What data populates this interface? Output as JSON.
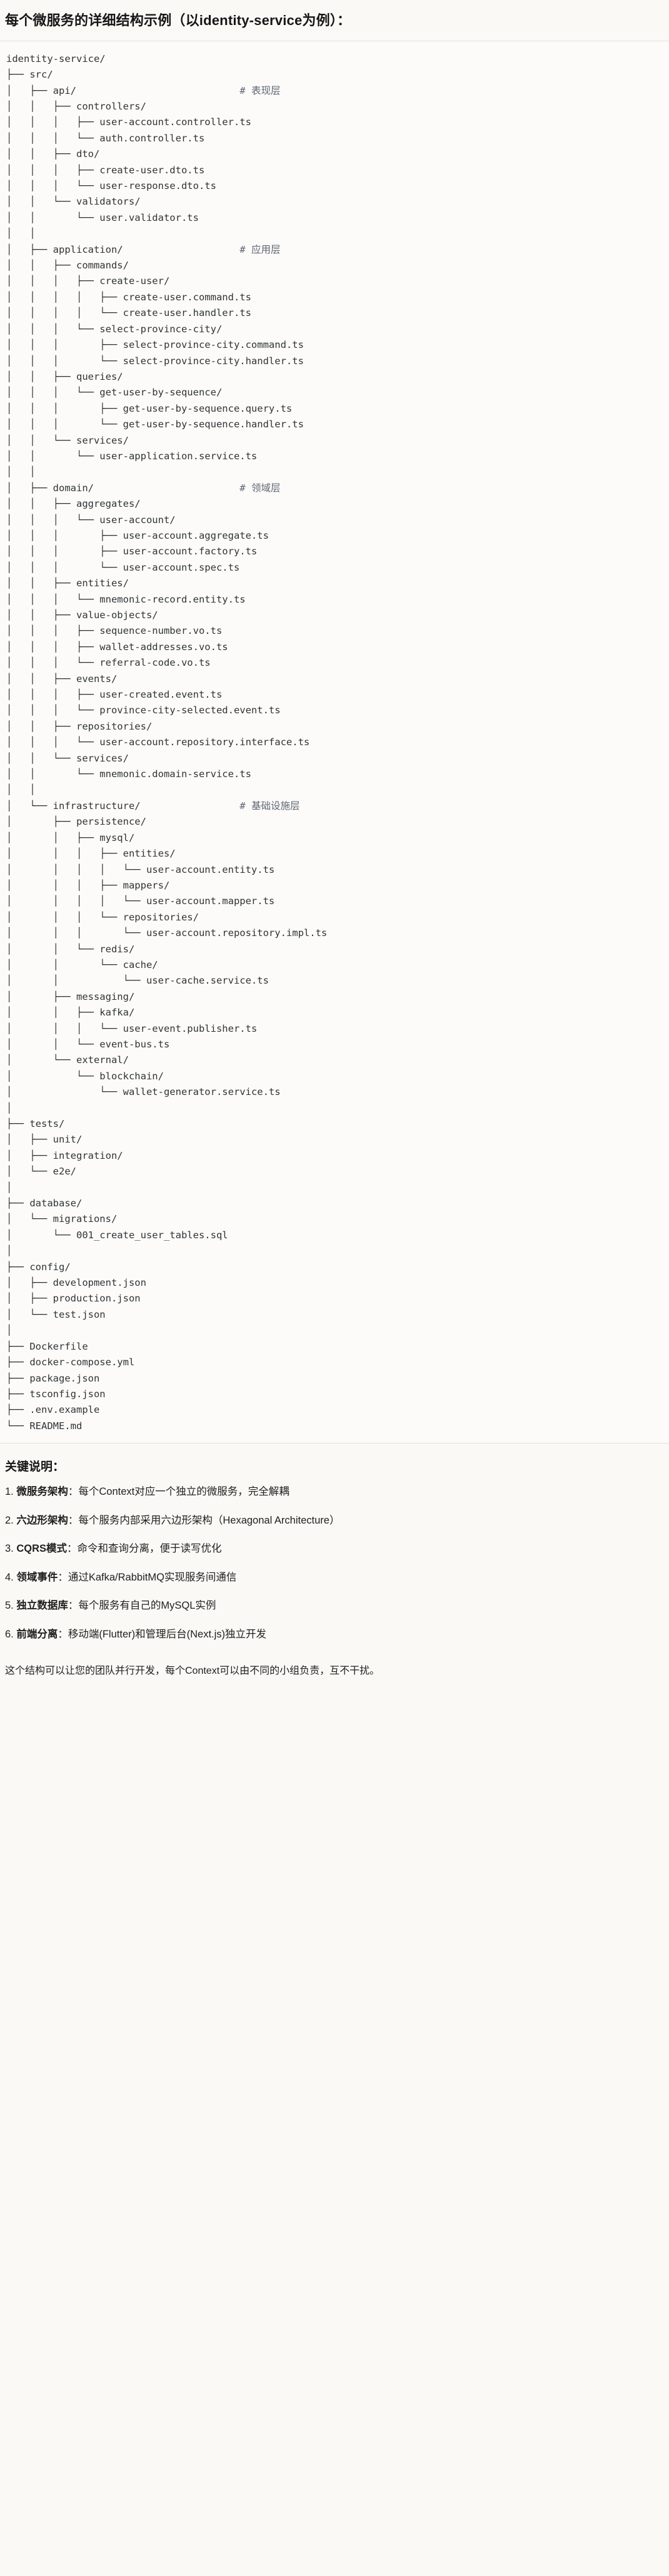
{
  "header": {
    "title": "每个微服务的详细结构示例（以identity-service为例）："
  },
  "tree": {
    "root": "identity-service/",
    "lines": [
      {
        "prefix": "identity-service/",
        "comment": ""
      },
      {
        "prefix": "├── src/",
        "comment": ""
      },
      {
        "prefix": "│   ├── api/",
        "comment": "# 表现层"
      },
      {
        "prefix": "│   │   ├── controllers/",
        "comment": ""
      },
      {
        "prefix": "│   │   │   ├── user-account.controller.ts",
        "comment": ""
      },
      {
        "prefix": "│   │   │   └── auth.controller.ts",
        "comment": ""
      },
      {
        "prefix": "│   │   ├── dto/",
        "comment": ""
      },
      {
        "prefix": "│   │   │   ├── create-user.dto.ts",
        "comment": ""
      },
      {
        "prefix": "│   │   │   └── user-response.dto.ts",
        "comment": ""
      },
      {
        "prefix": "│   │   └── validators/",
        "comment": ""
      },
      {
        "prefix": "│   │       └── user.validator.ts",
        "comment": ""
      },
      {
        "prefix": "│   │",
        "comment": ""
      },
      {
        "prefix": "│   ├── application/",
        "comment": "# 应用层"
      },
      {
        "prefix": "│   │   ├── commands/",
        "comment": ""
      },
      {
        "prefix": "│   │   │   ├── create-user/",
        "comment": ""
      },
      {
        "prefix": "│   │   │   │   ├── create-user.command.ts",
        "comment": ""
      },
      {
        "prefix": "│   │   │   │   └── create-user.handler.ts",
        "comment": ""
      },
      {
        "prefix": "│   │   │   └── select-province-city/",
        "comment": ""
      },
      {
        "prefix": "│   │   │       ├── select-province-city.command.ts",
        "comment": ""
      },
      {
        "prefix": "│   │   │       └── select-province-city.handler.ts",
        "comment": ""
      },
      {
        "prefix": "│   │   ├── queries/",
        "comment": ""
      },
      {
        "prefix": "│   │   │   └── get-user-by-sequence/",
        "comment": ""
      },
      {
        "prefix": "│   │   │       ├── get-user-by-sequence.query.ts",
        "comment": ""
      },
      {
        "prefix": "│   │   │       └── get-user-by-sequence.handler.ts",
        "comment": ""
      },
      {
        "prefix": "│   │   └── services/",
        "comment": ""
      },
      {
        "prefix": "│   │       └── user-application.service.ts",
        "comment": ""
      },
      {
        "prefix": "│   │",
        "comment": ""
      },
      {
        "prefix": "│   ├── domain/",
        "comment": "# 领域层"
      },
      {
        "prefix": "│   │   ├── aggregates/",
        "comment": ""
      },
      {
        "prefix": "│   │   │   └── user-account/",
        "comment": ""
      },
      {
        "prefix": "│   │   │       ├── user-account.aggregate.ts",
        "comment": ""
      },
      {
        "prefix": "│   │   │       ├── user-account.factory.ts",
        "comment": ""
      },
      {
        "prefix": "│   │   │       └── user-account.spec.ts",
        "comment": ""
      },
      {
        "prefix": "│   │   ├── entities/",
        "comment": ""
      },
      {
        "prefix": "│   │   │   └── mnemonic-record.entity.ts",
        "comment": ""
      },
      {
        "prefix": "│   │   ├── value-objects/",
        "comment": ""
      },
      {
        "prefix": "│   │   │   ├── sequence-number.vo.ts",
        "comment": ""
      },
      {
        "prefix": "│   │   │   ├── wallet-addresses.vo.ts",
        "comment": ""
      },
      {
        "prefix": "│   │   │   └── referral-code.vo.ts",
        "comment": ""
      },
      {
        "prefix": "│   │   ├── events/",
        "comment": ""
      },
      {
        "prefix": "│   │   │   ├── user-created.event.ts",
        "comment": ""
      },
      {
        "prefix": "│   │   │   └── province-city-selected.event.ts",
        "comment": ""
      },
      {
        "prefix": "│   │   ├── repositories/",
        "comment": ""
      },
      {
        "prefix": "│   │   │   └── user-account.repository.interface.ts",
        "comment": ""
      },
      {
        "prefix": "│   │   └── services/",
        "comment": ""
      },
      {
        "prefix": "│   │       └── mnemonic.domain-service.ts",
        "comment": ""
      },
      {
        "prefix": "│   │",
        "comment": ""
      },
      {
        "prefix": "│   └── infrastructure/",
        "comment": "# 基础设施层"
      },
      {
        "prefix": "│       ├── persistence/",
        "comment": ""
      },
      {
        "prefix": "│       │   ├── mysql/",
        "comment": ""
      },
      {
        "prefix": "│       │   │   ├── entities/",
        "comment": ""
      },
      {
        "prefix": "│       │   │   │   └── user-account.entity.ts",
        "comment": ""
      },
      {
        "prefix": "│       │   │   ├── mappers/",
        "comment": ""
      },
      {
        "prefix": "│       │   │   │   └── user-account.mapper.ts",
        "comment": ""
      },
      {
        "prefix": "│       │   │   └── repositories/",
        "comment": ""
      },
      {
        "prefix": "│       │   │       └── user-account.repository.impl.ts",
        "comment": ""
      },
      {
        "prefix": "│       │   └── redis/",
        "comment": ""
      },
      {
        "prefix": "│       │       └── cache/",
        "comment": ""
      },
      {
        "prefix": "│       │           └── user-cache.service.ts",
        "comment": ""
      },
      {
        "prefix": "│       ├── messaging/",
        "comment": ""
      },
      {
        "prefix": "│       │   ├── kafka/",
        "comment": ""
      },
      {
        "prefix": "│       │   │   └── user-event.publisher.ts",
        "comment": ""
      },
      {
        "prefix": "│       │   └── event-bus.ts",
        "comment": ""
      },
      {
        "prefix": "│       └── external/",
        "comment": ""
      },
      {
        "prefix": "│           └── blockchain/",
        "comment": ""
      },
      {
        "prefix": "│               └── wallet-generator.service.ts",
        "comment": ""
      },
      {
        "prefix": "│",
        "comment": ""
      },
      {
        "prefix": "├── tests/",
        "comment": ""
      },
      {
        "prefix": "│   ├── unit/",
        "comment": ""
      },
      {
        "prefix": "│   ├── integration/",
        "comment": ""
      },
      {
        "prefix": "│   └── e2e/",
        "comment": ""
      },
      {
        "prefix": "│",
        "comment": ""
      },
      {
        "prefix": "├── database/",
        "comment": ""
      },
      {
        "prefix": "│   └── migrations/",
        "comment": ""
      },
      {
        "prefix": "│       └── 001_create_user_tables.sql",
        "comment": ""
      },
      {
        "prefix": "│",
        "comment": ""
      },
      {
        "prefix": "├── config/",
        "comment": ""
      },
      {
        "prefix": "│   ├── development.json",
        "comment": ""
      },
      {
        "prefix": "│   ├── production.json",
        "comment": ""
      },
      {
        "prefix": "│   └── test.json",
        "comment": ""
      },
      {
        "prefix": "│",
        "comment": ""
      },
      {
        "prefix": "├── Dockerfile",
        "comment": ""
      },
      {
        "prefix": "├── docker-compose.yml",
        "comment": ""
      },
      {
        "prefix": "├── package.json",
        "comment": ""
      },
      {
        "prefix": "├── tsconfig.json",
        "comment": ""
      },
      {
        "prefix": "├── .env.example",
        "comment": ""
      },
      {
        "prefix": "└── README.md",
        "comment": ""
      }
    ],
    "comment_column": 40
  },
  "keys": {
    "title": "关键说明：",
    "items": [
      {
        "num": "1.",
        "term": "微服务架构",
        "sep": "：",
        "desc": "每个Context对应一个独立的微服务，完全解耦"
      },
      {
        "num": "2.",
        "term": "六边形架构",
        "sep": "：",
        "desc": "每个服务内部采用六边形架构（Hexagonal Architecture）"
      },
      {
        "num": "3.",
        "term": "CQRS模式",
        "sep": "：",
        "desc": "命令和查询分离，便于读写优化"
      },
      {
        "num": "4.",
        "term": "领域事件",
        "sep": "：",
        "desc": "通过Kafka/RabbitMQ实现服务间通信"
      },
      {
        "num": "5.",
        "term": "独立数据库",
        "sep": "：",
        "desc": "每个服务有自己的MySQL实例"
      },
      {
        "num": "6.",
        "term": "前端分离",
        "sep": "：",
        "desc": "移动端(Flutter)和管理后台(Next.js)独立开发"
      }
    ],
    "footer": "这个结构可以让您的团队并行开发，每个Context可以由不同的小组负责，互不干扰。"
  },
  "colors": {
    "background": "#faf9f6",
    "code_background": "#fcfbf9",
    "text": "#1f1f1f",
    "code_text": "#2f3337",
    "comment_text": "#5f6672",
    "rule": "#e2e0da"
  }
}
